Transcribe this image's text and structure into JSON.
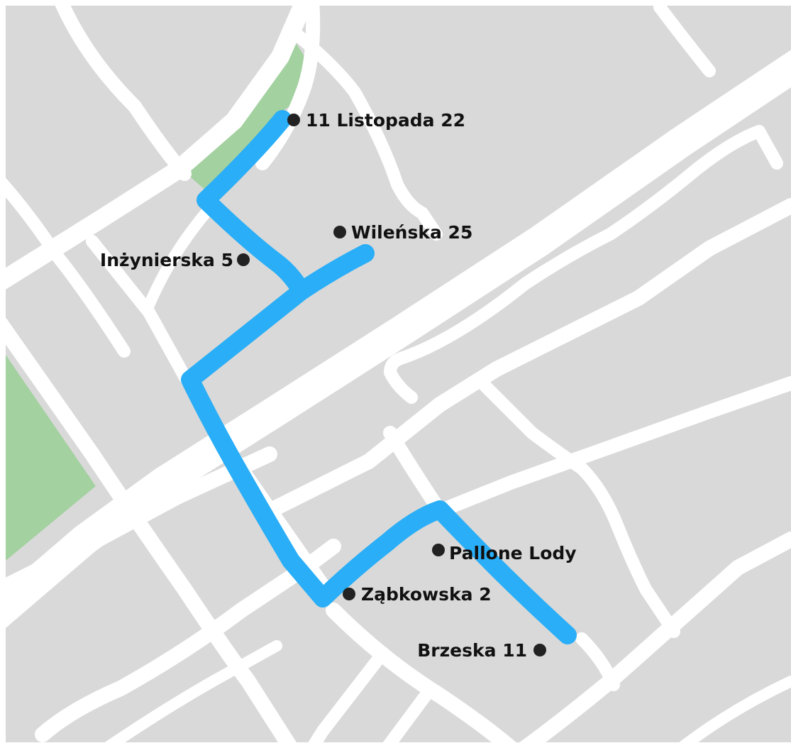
{
  "colors": {
    "block": "#d9d9d9",
    "road": "#ffffff",
    "park": "#a3d1a0",
    "route": "#29aef7",
    "marker": "#222222",
    "label": "#111111"
  },
  "places": [
    {
      "id": "listopada",
      "label": "11 Listopada 22"
    },
    {
      "id": "wilenska",
      "label": "Wileńska 25"
    },
    {
      "id": "inzynierska",
      "label": "Inżynierska 5"
    },
    {
      "id": "pallone",
      "label": "Pallone Lody"
    },
    {
      "id": "zabkowska",
      "label": "Ząbkowska 2"
    },
    {
      "id": "brzeska",
      "label": "Brzeska 11"
    }
  ]
}
